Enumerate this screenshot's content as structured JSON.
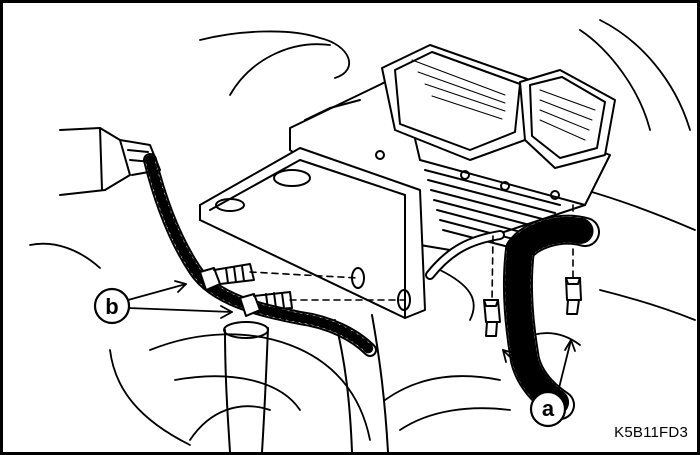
{
  "figure": {
    "reference_code": "K5B11FD3",
    "callouts": {
      "a": {
        "label": "a"
      },
      "b": {
        "label": "b"
      }
    }
  }
}
